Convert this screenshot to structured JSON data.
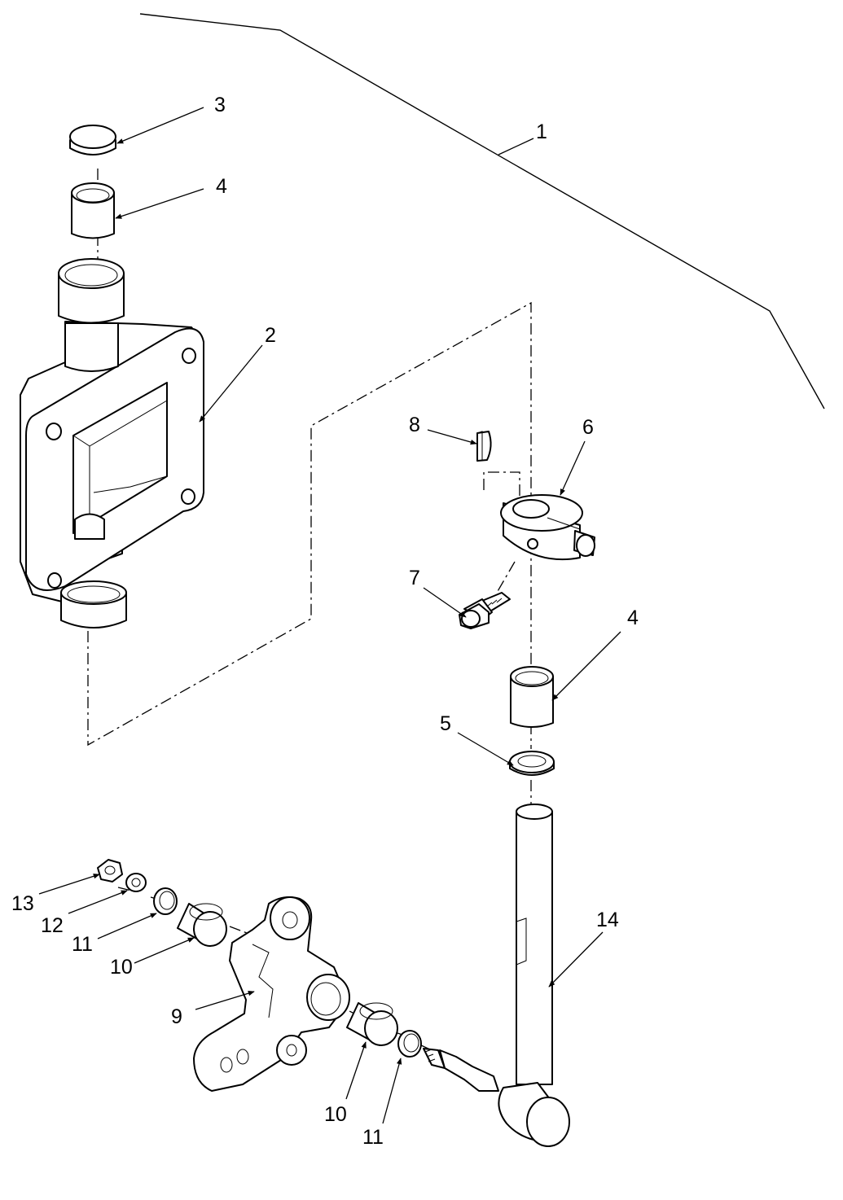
{
  "callouts": [
    {
      "id": "c1",
      "text": "1"
    },
    {
      "id": "c2",
      "text": "2"
    },
    {
      "id": "c3",
      "text": "3"
    },
    {
      "id": "c4a",
      "text": "4"
    },
    {
      "id": "c4b",
      "text": "4"
    },
    {
      "id": "c5",
      "text": "5"
    },
    {
      "id": "c6",
      "text": "6"
    },
    {
      "id": "c7",
      "text": "7"
    },
    {
      "id": "c8",
      "text": "8"
    },
    {
      "id": "c9",
      "text": "9"
    },
    {
      "id": "c10a",
      "text": "10"
    },
    {
      "id": "c10b",
      "text": "10"
    },
    {
      "id": "c11a",
      "text": "11"
    },
    {
      "id": "c11b",
      "text": "11"
    },
    {
      "id": "c12",
      "text": "12"
    },
    {
      "id": "c13",
      "text": "13"
    },
    {
      "id": "c14",
      "text": "14"
    }
  ]
}
